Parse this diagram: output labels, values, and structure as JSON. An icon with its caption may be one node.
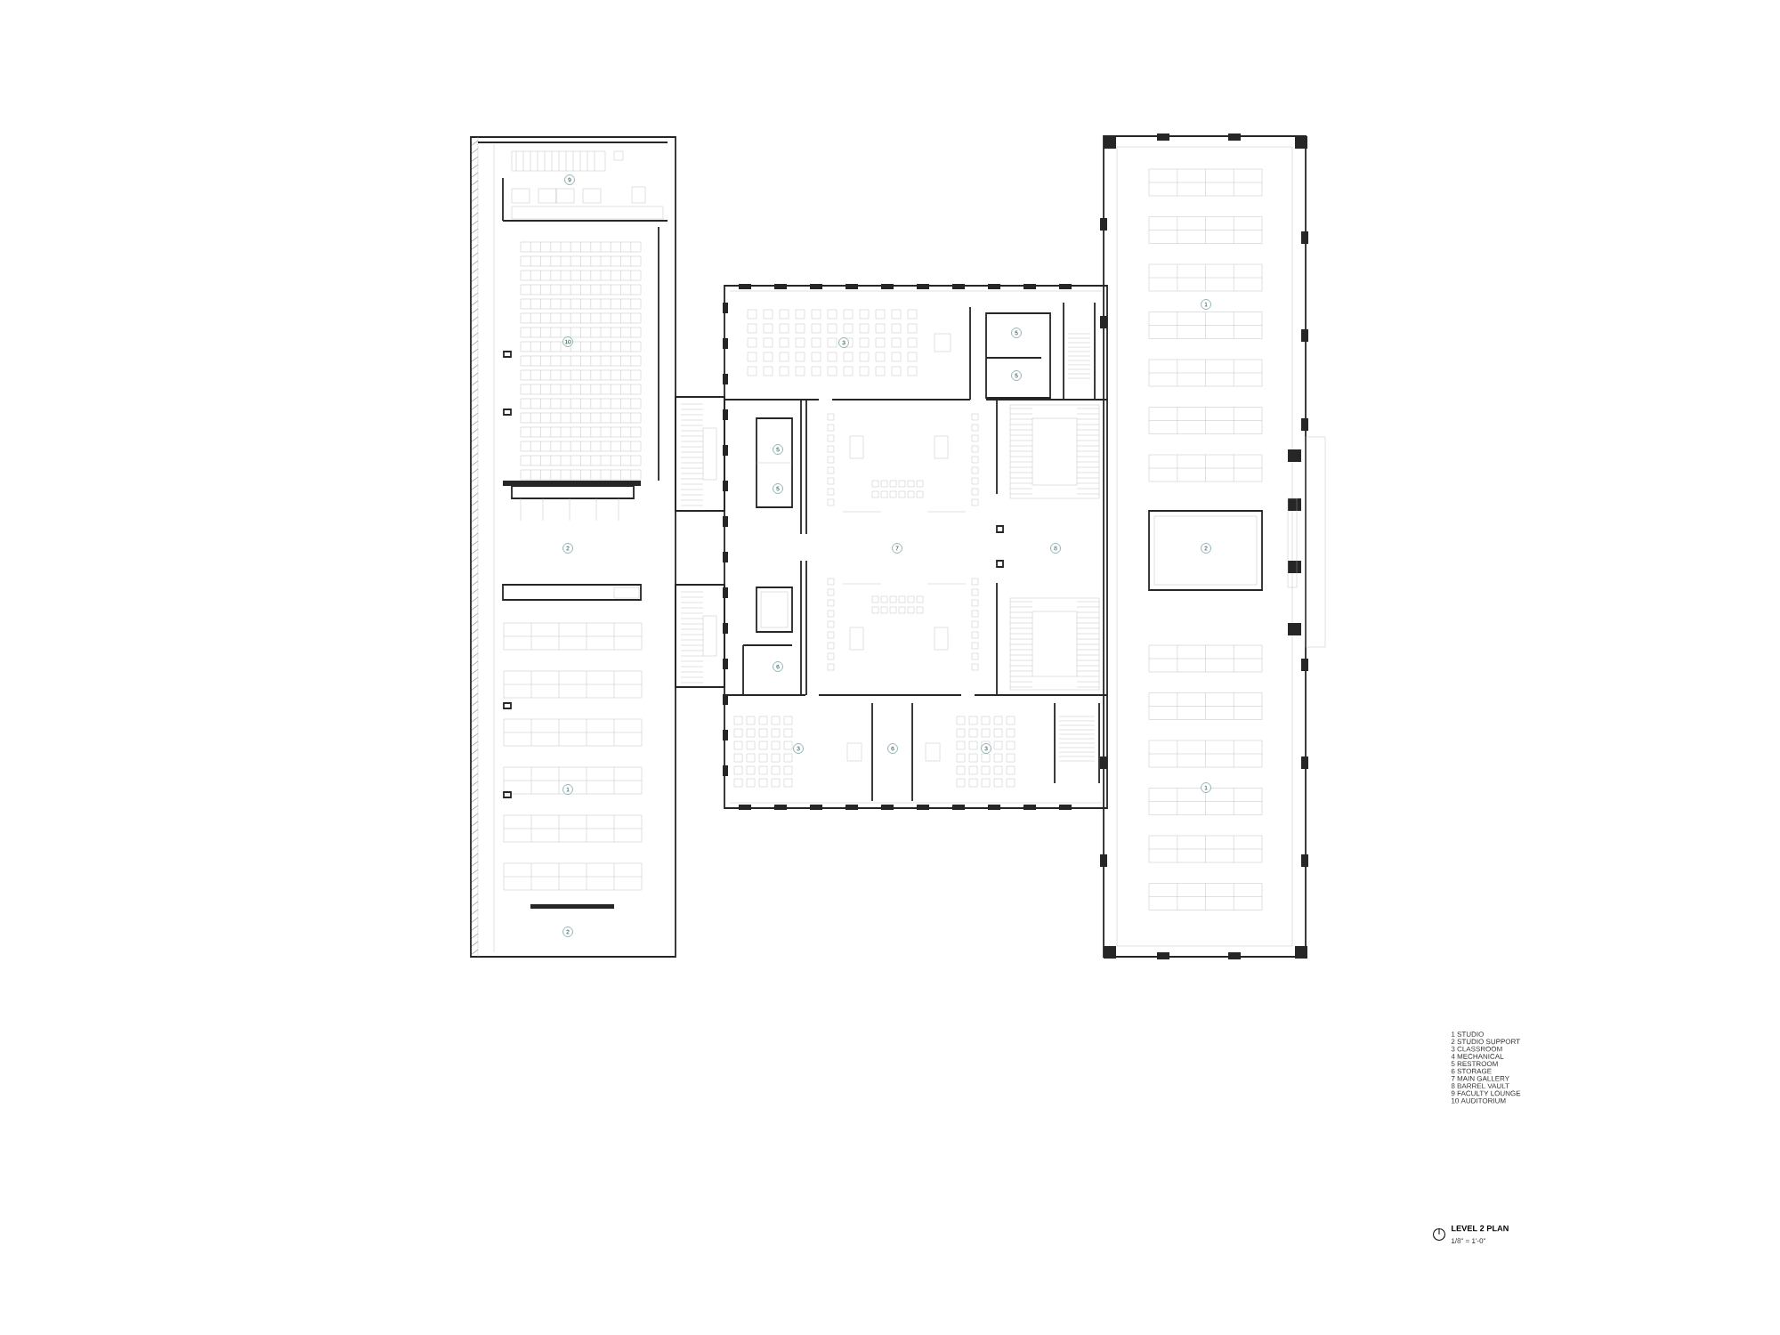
{
  "diagram": {
    "title": "LEVEL 2 PLAN",
    "labels": [
      "9",
      "1",
      "10",
      "3",
      "5",
      "5",
      "5",
      "5",
      "2",
      "7",
      "8",
      "2",
      "6",
      "3",
      "6",
      "3",
      "1",
      "1",
      "2",
      "1 STUDIO",
      "2 STUDIO SUPPORT",
      "3 CLASSROOM",
      "4 MECHANICAL",
      "5 RESTROOM",
      "6 STORAGE",
      "7 MAIN GALLERY",
      "8 BARREL VAULT",
      "9 FACULTY LOUNGE",
      "10 AUDITORIUM",
      "1/8\" = 1'-0\""
    ]
  }
}
